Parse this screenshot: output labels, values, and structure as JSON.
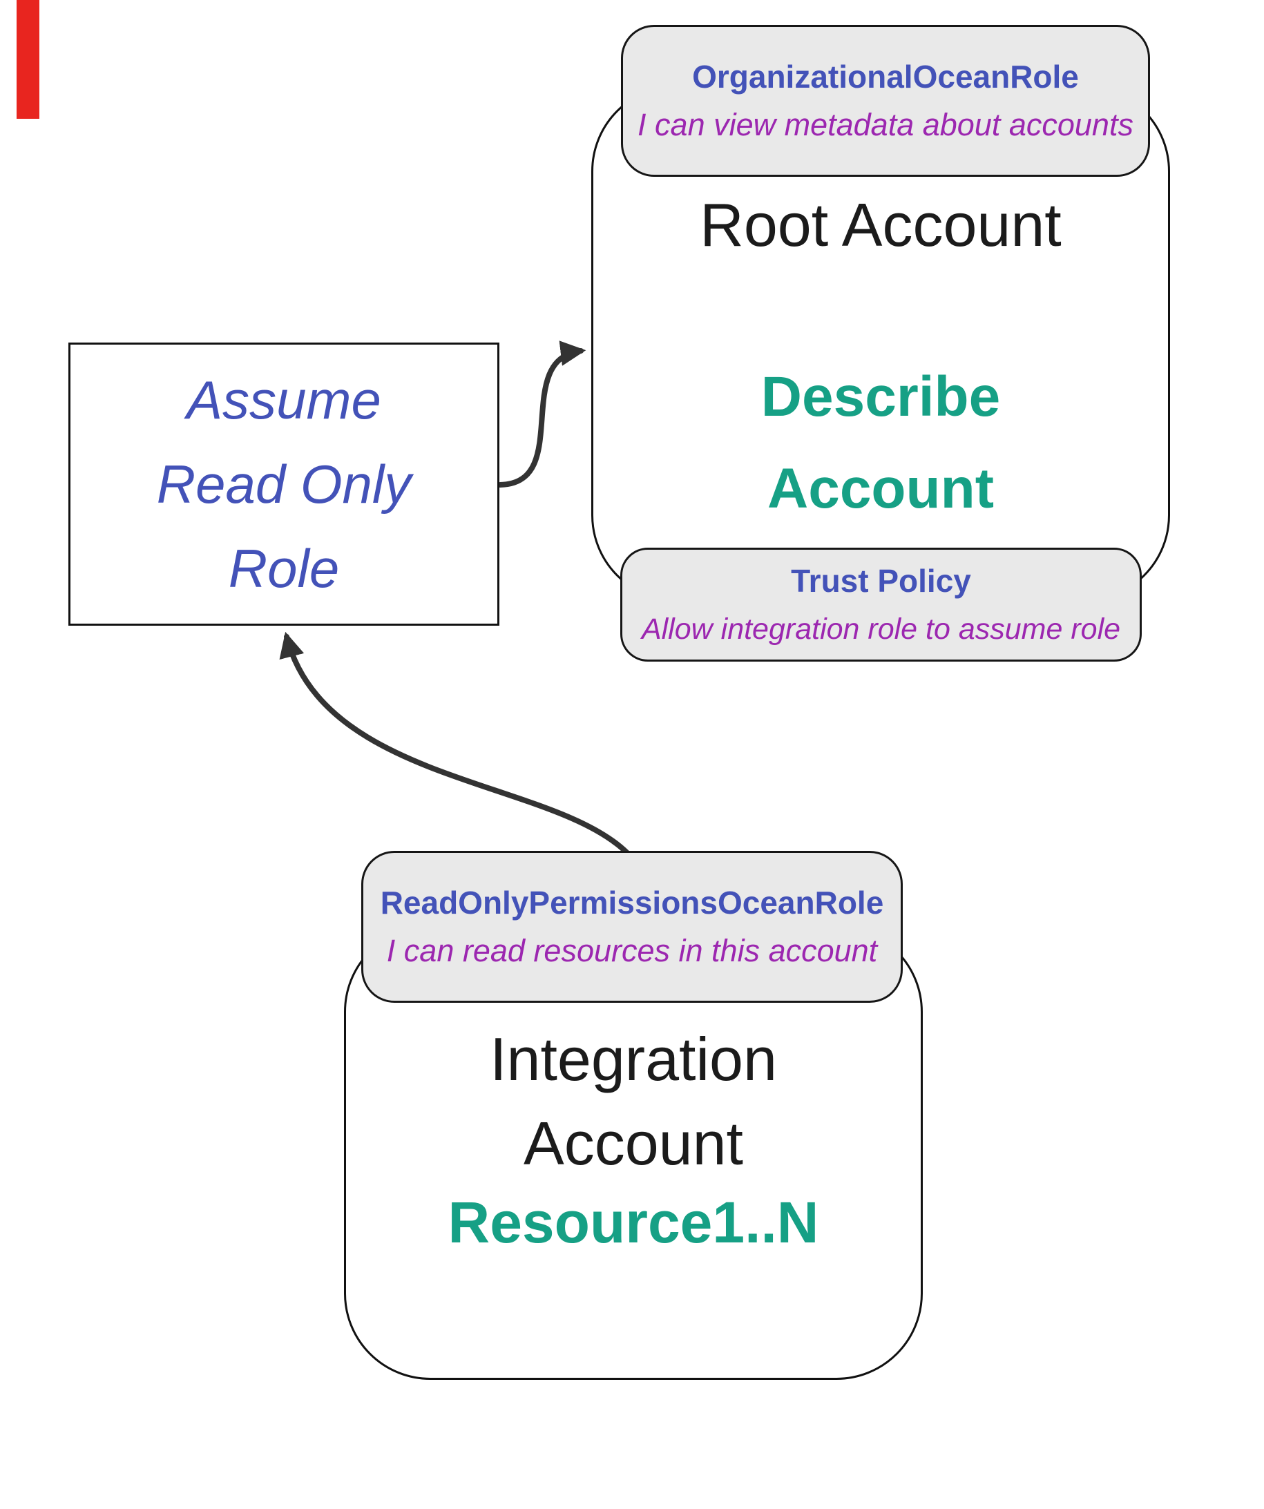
{
  "colors": {
    "role_name": "#4352b8",
    "policy_description": "#9c27b0",
    "action_text": "#16a085",
    "badge_background": "#e9e9e9",
    "node_border": "#111111",
    "arrow": "#333333",
    "corner_marker": "#e8251f"
  },
  "assume_box": {
    "lines": [
      "Assume",
      "Read Only",
      "Role"
    ]
  },
  "root_account": {
    "title": "Root Account",
    "action_lines": [
      "Describe",
      "Account"
    ],
    "top_badge": {
      "name": "OrganizationalOceanRole",
      "description": "I can view metadata about accounts"
    },
    "bottom_badge": {
      "name": "Trust Policy",
      "description": "Allow integration role to assume role"
    }
  },
  "integration_account": {
    "title_lines": [
      "Integration",
      "Account"
    ],
    "resource_label": "Resource1..N",
    "badge": {
      "name": "ReadOnlyPermissionsOceanRole",
      "description": "I can read resources in this account"
    }
  }
}
